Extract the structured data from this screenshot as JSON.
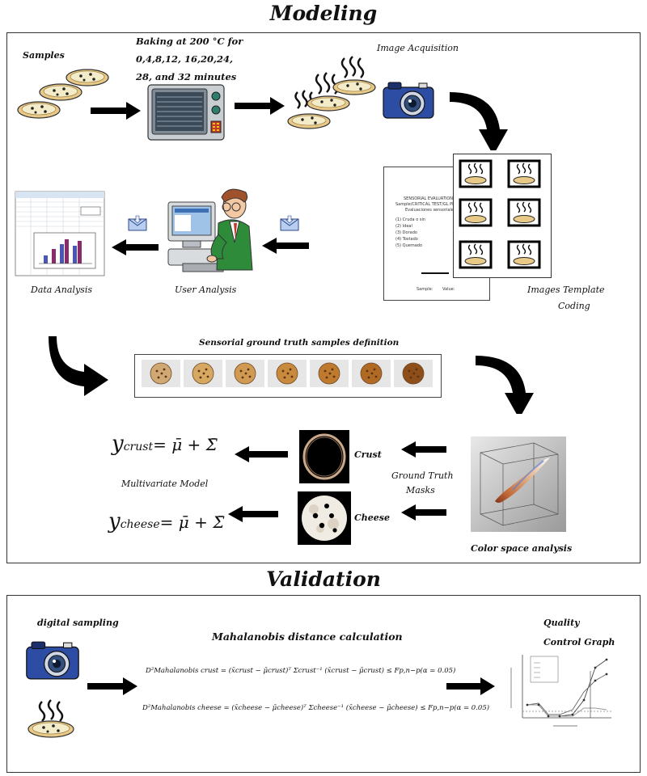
{
  "modeling": {
    "title": "Modeling",
    "samples_label": "Samples",
    "baking_label_line1": "Baking at 200 °C for",
    "baking_label_line2": "0,4,8,12, 16,20,24,",
    "baking_label_line3": "28, and 32 minutes",
    "image_acquisition_label": "Image Acquisition",
    "images_template_line1": "Images Template",
    "images_template_line2": "Coding",
    "data_analysis_label": "Data Analysis",
    "user_analysis_label": "User Analysis",
    "sensorial_label": "Sensorial ground truth samples definition",
    "crust_label": "Crust",
    "cheese_label": "Cheese",
    "gt_masks_line1": "Ground Truth",
    "gt_masks_line2": "Masks",
    "color_space_label": "Color space analysis",
    "multivariate_label": "Multivariate Model",
    "y_crust": {
      "y": "y",
      "sub": "crust",
      "rhs": "= μ̄ + Σ̄"
    },
    "y_cheese": {
      "y": "y",
      "sub": "cheese",
      "rhs": "= μ̄ + Σ̄"
    },
    "sensorial_doc": {
      "heading1": "SENSORIAL EVALUATION",
      "heading2": "Sample/CRITICAL TEST/GL PIZZA",
      "heading3": "Evaluaciones sensoriales",
      "options": [
        "(1) Cruda o sin",
        "(2) Ideal",
        "(3) Dorado",
        "(4) Tostado",
        "(5) Quemado"
      ],
      "footer_left": "Sample:",
      "footer_right": "Value:"
    }
  },
  "validation": {
    "title": "Validation",
    "digital_sampling_label": "digital sampling",
    "mahalanobis_title": "Mahalanobis distance calculation",
    "quality_line1": "Quality",
    "quality_line2": "Control Graph",
    "eq_crust": "D²Mahalanobis crust = (x̄crust − μ̄crust)ᵀ Σcrust⁻¹ (x̄crust − μ̄crust) ≤ Fp,n−p(α = 0.05)",
    "eq_cheese": "D²Mahalanobis cheese = (x̄cheese − μ̄cheese)ᵀ Σcheese⁻¹ (x̄cheese − μ̄cheese) ≤ Fp,n−p(α = 0.05)"
  },
  "colors": {
    "arrow": "#000000",
    "pizza_crust": "#e8c987",
    "pizza_cheese": "#f4ecc8",
    "camera_body": "#2c4da3",
    "bar_blue": "#4b57b4",
    "bar_purple": "#8a2c6a"
  },
  "icons": [
    "pizza-icon",
    "oven-icon",
    "camera-icon",
    "envelope-icon",
    "person-computer-icon",
    "spreadsheet-icon"
  ]
}
